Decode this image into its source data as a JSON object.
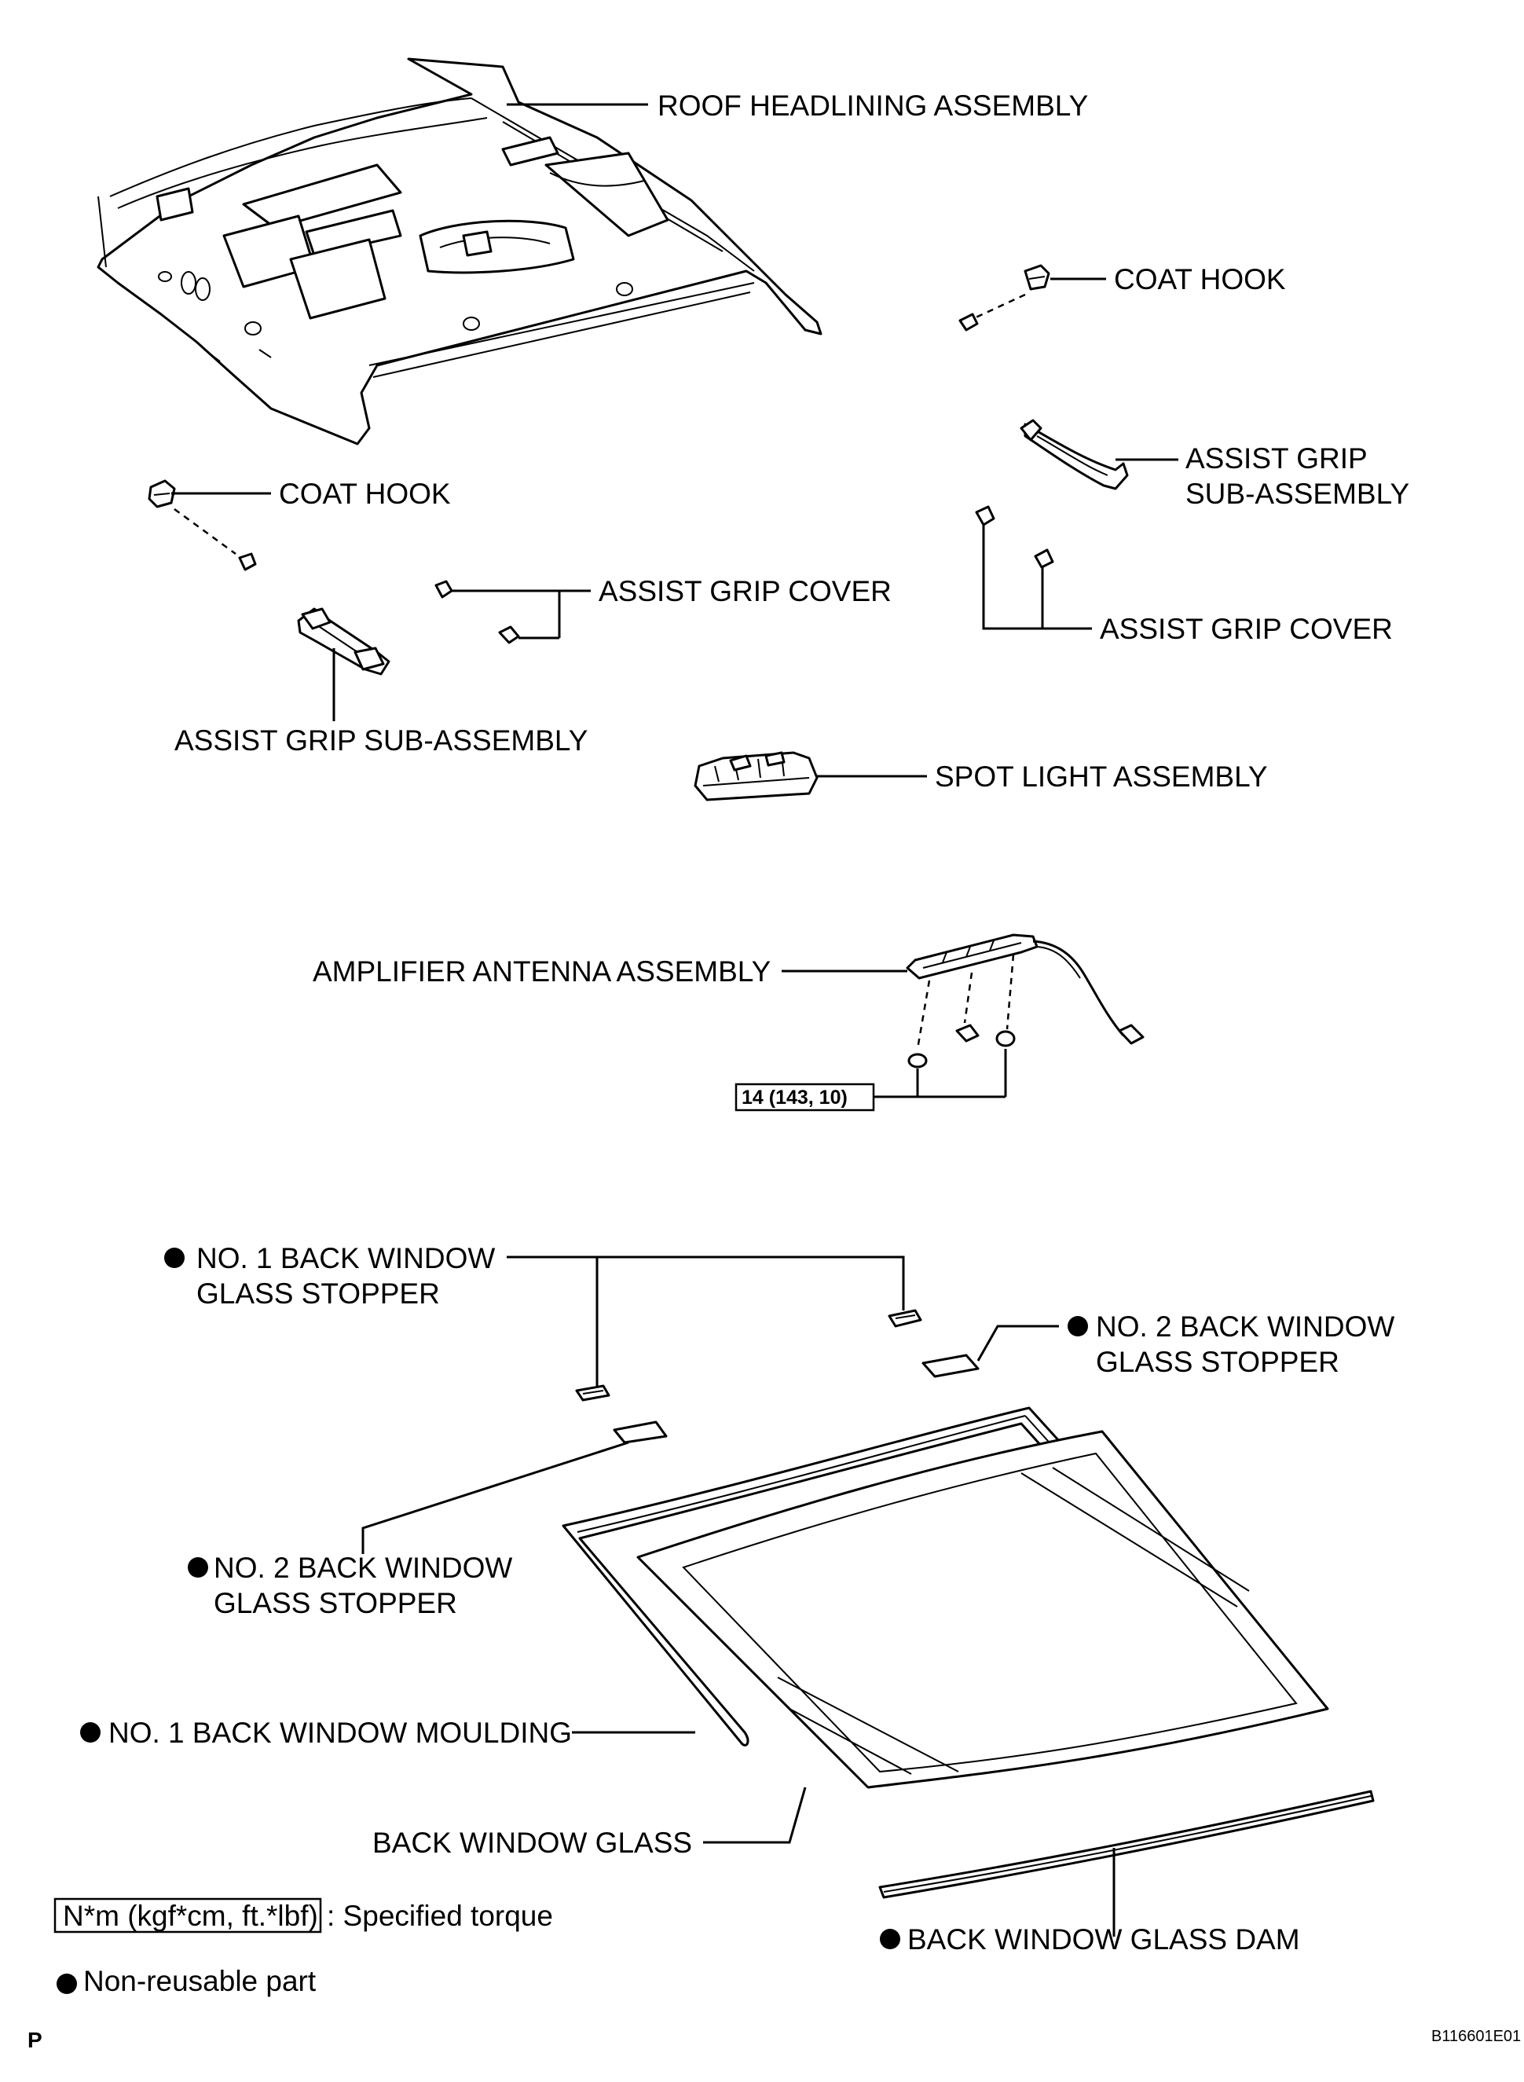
{
  "labels": {
    "roof_headlining": "ROOF HEADLINING ASSEMBLY",
    "coat_hook_right": "COAT HOOK",
    "coat_hook_left": "COAT HOOK",
    "assist_grip_sub_right_line1": "ASSIST GRIP",
    "assist_grip_sub_right_line2": "SUB-ASSEMBLY",
    "assist_grip_cover_left": "ASSIST GRIP COVER",
    "assist_grip_cover_right": "ASSIST GRIP COVER",
    "assist_grip_sub_left": "ASSIST GRIP SUB-ASSEMBLY",
    "spot_light": "SPOT LIGHT ASSEMBLY",
    "amplifier_antenna": "AMPLIFIER ANTENNA ASSEMBLY",
    "torque_value": "14 (143, 10)",
    "no1_stopper_line1": "NO. 1 BACK WINDOW",
    "no1_stopper_line2": "GLASS STOPPER",
    "no2_stopper_right_line1": "NO. 2 BACK WINDOW",
    "no2_stopper_right_line2": "GLASS STOPPER",
    "no2_stopper_left_line1": "NO. 2 BACK WINDOW",
    "no2_stopper_left_line2": "GLASS STOPPER",
    "no1_moulding": "NO. 1 BACK WINDOW MOULDING",
    "back_window_glass": "BACK WINDOW GLASS",
    "back_window_dam": "BACK WINDOW GLASS DAM"
  },
  "legend": {
    "torque_unit": "N*m (kgf*cm, ft.*lbf)",
    "torque_desc": ": Specified torque",
    "non_reusable": "Non-reusable part"
  },
  "footer": {
    "corner_letter": "P",
    "figure_code": "B116601E01"
  }
}
